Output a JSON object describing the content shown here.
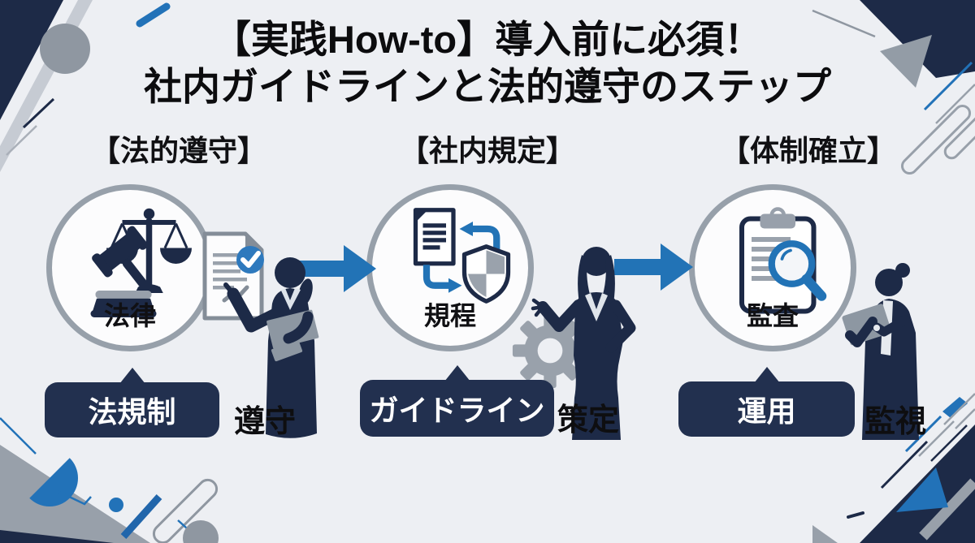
{
  "title": {
    "line1": "【実践How-to】導入前に必須！",
    "line2": "社内ガイドラインと法的遵守のステップ"
  },
  "steps": [
    {
      "header": "【法的遵守】",
      "circle_label": "法律",
      "badge": "法規制",
      "action_label": "遵守",
      "icon": "gavel-scales-icon",
      "figure": "businesswoman-pointing-silhouette"
    },
    {
      "header": "【社内規定】",
      "circle_label": "規程",
      "badge": "ガイドライン",
      "action_label": "策定",
      "icon": "document-sync-shield-icon",
      "figure": "businesswoman-presenting-silhouette"
    },
    {
      "header": "【体制確立】",
      "circle_label": "監査",
      "badge": "運用",
      "action_label": "監視",
      "icon": "clipboard-magnifier-icon",
      "figure": "businesswoman-tablet-silhouette"
    }
  ],
  "colors": {
    "background": "#edeff3",
    "navy": "#1d2a47",
    "badge_navy": "#22304f",
    "accent_blue": "#2272b8",
    "gray": "#98a0aa",
    "title_text": "#0c0c0e",
    "badge_text": "#ffffff"
  }
}
